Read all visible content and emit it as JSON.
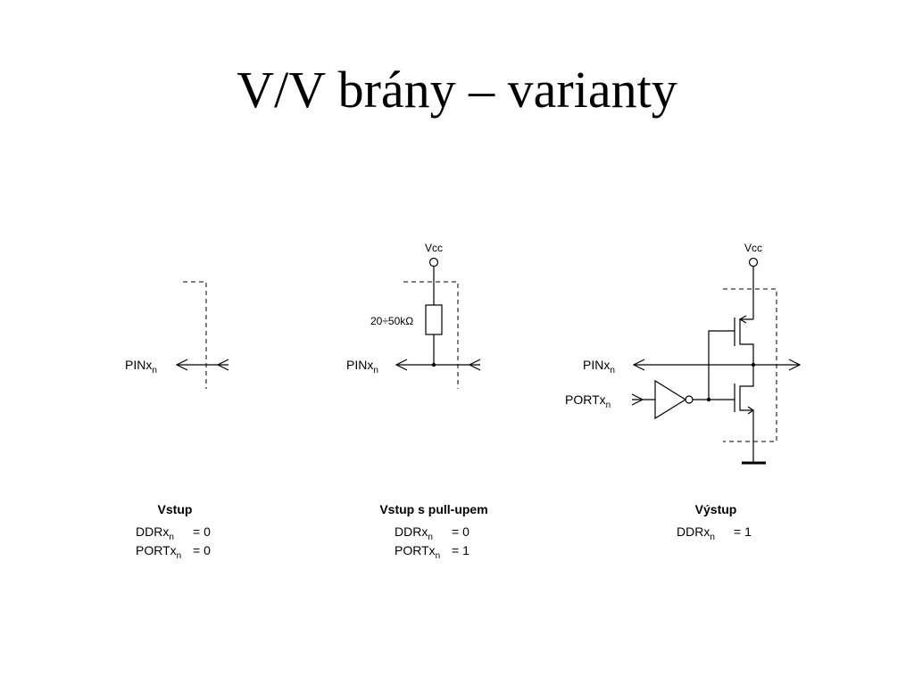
{
  "title": "V/V brány – varianty",
  "symbols": {
    "vcc": "Vcc",
    "pin_base": "PINx",
    "port_base": "PORTx",
    "ddr_base": "DDRx",
    "subscript": "n",
    "resistor": "20÷50kΩ"
  },
  "variants": [
    {
      "caption": "Vstup",
      "rows": [
        {
          "base": "DDRx",
          "sub": "n",
          "value": "= 0"
        },
        {
          "base": "PORTx",
          "sub": "n",
          "value": "= 0"
        }
      ]
    },
    {
      "caption": "Vstup s pull-upem",
      "rows": [
        {
          "base": "DDRx",
          "sub": "n",
          "value": "= 0"
        },
        {
          "base": "PORTx",
          "sub": "n",
          "value": "= 1"
        }
      ]
    },
    {
      "caption": "Výstup",
      "rows": [
        {
          "base": "DDRx",
          "sub": "n",
          "value": "= 1"
        }
      ]
    }
  ]
}
